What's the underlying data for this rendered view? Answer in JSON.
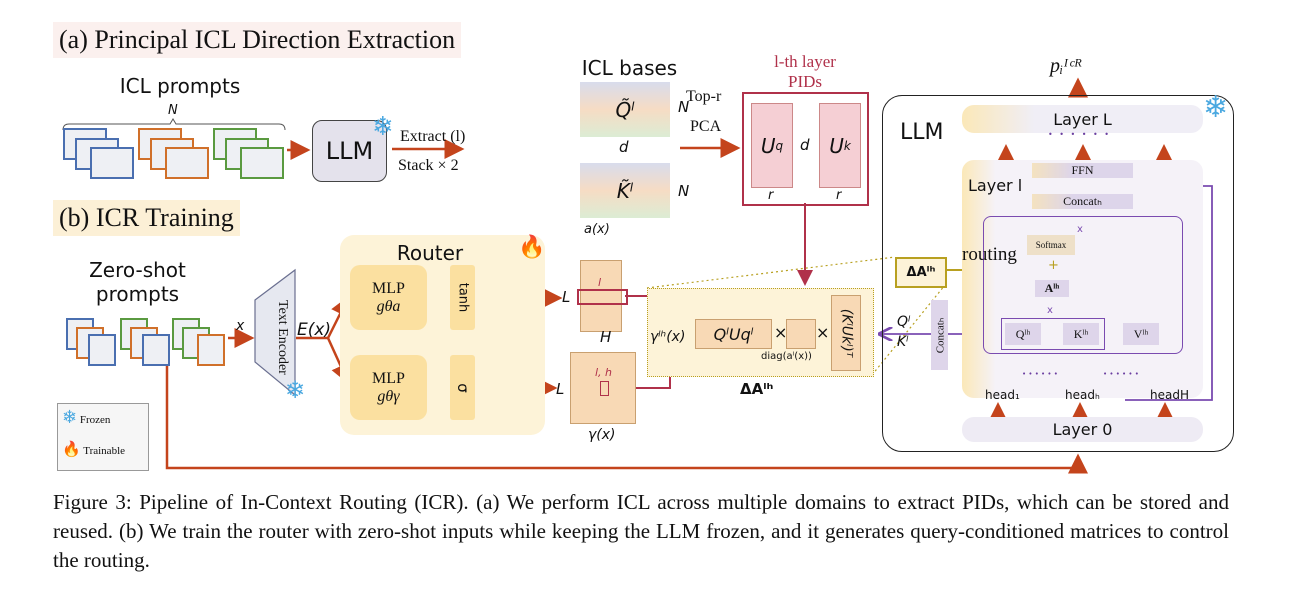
{
  "section_a": {
    "title": "(a) Principal ICL Direction Extraction",
    "icl_prompts": "ICL prompts",
    "n": "N",
    "llm": "LLM",
    "extract": "Extract (l)",
    "stack": "Stack × 2",
    "icl_bases": "ICL bases",
    "q_tilde": "Q̃ˡ",
    "k_tilde": "K̃ˡ",
    "d": "d",
    "topr": "Top-r",
    "pca": "PCA",
    "pids_title_1": "l-th layer",
    "pids_title_2": "PIDs",
    "uq": "Uᵠ",
    "uq_base": "U",
    "uq_sub": "q",
    "uk_sub": "k",
    "sup_l": "l",
    "r": "r"
  },
  "section_b": {
    "title": "(b) ICR Training",
    "zero_shot": "Zero-shot",
    "prompts": "prompts",
    "x": "x",
    "text_encoder": "Text Encoder",
    "ex": "E(x)",
    "router": "Router",
    "mlp": "MLP",
    "g_a": "gθa",
    "g_y": "gθγ",
    "tanh": "tanh",
    "sigma": "σ",
    "ax": "a(x)",
    "yx": "γ(x)",
    "L": "L",
    "H": "H",
    "l": "l",
    "lh": "l, h",
    "ylh": "γˡʰ(x)",
    "qu": "QˡUqˡ",
    "times": "×",
    "diag": "diag(aˡ(x))",
    "ku": "(KˡUkˡ)ᵀ",
    "delta": "ΔAˡʰ",
    "routing": "routing",
    "ql": "Qˡ",
    "kl": "Kˡ",
    "concat": "Concatₕ"
  },
  "llm_panel": {
    "title": "LLM",
    "output": "pᵢᴵᶜᴿ",
    "layer_L": "Layer L",
    "layer_l": "Layer l",
    "ffn": "FFN",
    "concat": "Concatₕ",
    "softmax": "Softmax",
    "a": "Aˡʰ",
    "q": "Qˡʰ",
    "k": "Kˡʰ",
    "v": "Vˡʰ",
    "x": "x",
    "plus": "+",
    "head_1": "head₁",
    "head_h": "headₕ",
    "head_H": "headH",
    "layer_0": "Layer 0",
    "dots": "• • • • • •"
  },
  "legend": {
    "frozen": "Frozen",
    "trainable": "Trainable",
    "icons": [
      "snowflake-icon",
      "fire-icon"
    ]
  },
  "caption": "Figure 3: Pipeline of In-Context Routing (ICR). (a) We perform ICL across multiple domains to extract PIDs, which can be stored and reused. (b) We train the router with zero-shot inputs while keeping the LLM frozen, and it generates query-conditioned matrices to control the routing.",
  "colors": {
    "arrow": "#c4441c",
    "pid": "#b0314a",
    "purple": "#7a4bb0",
    "gold": "#b8a020",
    "blue": "#4a6fb0",
    "orange": "#d0702a",
    "green": "#5a9a40",
    "snow": "#4aa8e0"
  }
}
